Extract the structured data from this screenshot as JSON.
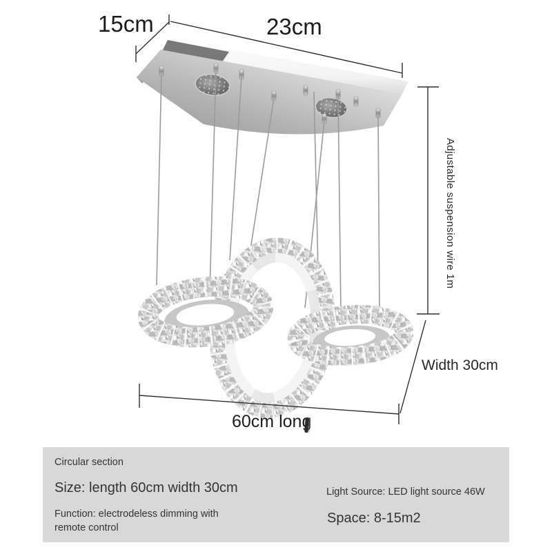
{
  "labels": {
    "depth": "15cm",
    "top_length": "23cm",
    "suspension": "Adjustable suspension wire 1m",
    "width": "Width 30cm",
    "bottom_length": "60cm long"
  },
  "panel": {
    "title": "Circular section",
    "size": "Size: length 60cm width 30cm",
    "function_text": "Function: electrodeless dimming with remote control",
    "light_source": "Light Source: LED light source 46W",
    "space": "Space: 8-15m2"
  },
  "colors": {
    "background": "#ffffff",
    "panel_bg": "#d8d8d8",
    "dimension_line": "#2e2e2e",
    "text": "#1f1f1f",
    "chrome_light": "#f2f2f2",
    "chrome_mid": "#c9c9c9",
    "chrome_dark": "#8a8a8a"
  }
}
